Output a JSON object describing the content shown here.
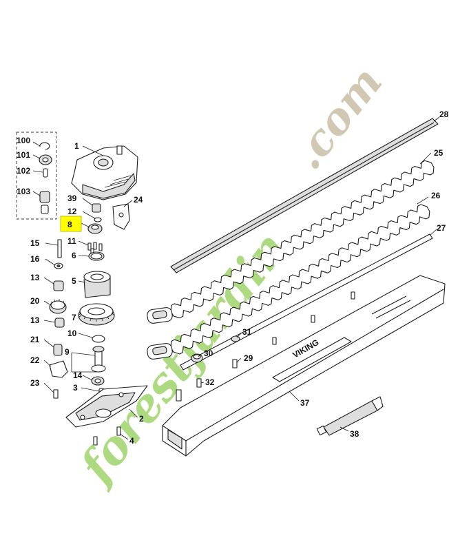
{
  "title": "",
  "selected_part": "8",
  "brand_label": "VIKING",
  "watermark": {
    "text_a": "forestjardin",
    "text_b": ".com",
    "color_a": "#9fd36a",
    "color_b": "#c9bfa6",
    "accent_color": "#f4a93c"
  },
  "part_labels": [
    {
      "id": "100"
    },
    {
      "id": "101"
    },
    {
      "id": "102"
    },
    {
      "id": "103"
    },
    {
      "id": "1"
    },
    {
      "id": "39"
    },
    {
      "id": "24"
    },
    {
      "id": "12"
    },
    {
      "id": "8"
    },
    {
      "id": "15"
    },
    {
      "id": "11"
    },
    {
      "id": "16"
    },
    {
      "id": "6"
    },
    {
      "id": "5"
    },
    {
      "id": "13"
    },
    {
      "id": "20"
    },
    {
      "id": "7"
    },
    {
      "id": "13"
    },
    {
      "id": "10"
    },
    {
      "id": "21"
    },
    {
      "id": "9"
    },
    {
      "id": "22"
    },
    {
      "id": "14"
    },
    {
      "id": "23"
    },
    {
      "id": "3"
    },
    {
      "id": "2"
    },
    {
      "id": "4"
    },
    {
      "id": "28"
    },
    {
      "id": "25"
    },
    {
      "id": "26"
    },
    {
      "id": "27"
    },
    {
      "id": "31"
    },
    {
      "id": "30"
    },
    {
      "id": "29"
    },
    {
      "id": "32"
    },
    {
      "id": "37"
    },
    {
      "id": "38"
    }
  ]
}
